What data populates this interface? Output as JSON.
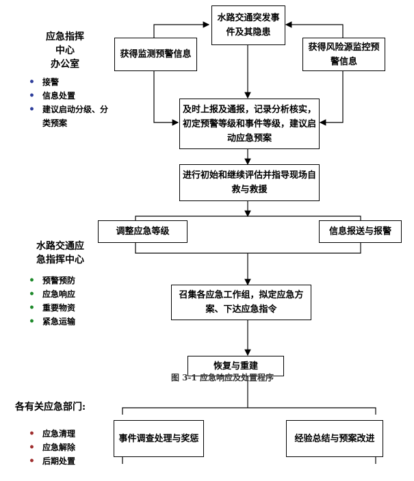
{
  "boxes": {
    "top": "水路交通突发事件及其隐患",
    "monitor_left": "获得监测预警信息",
    "monitor_right": "获得风险源监控预警信息",
    "report": "及时上报及通报，记录分析核实，初定预警等级和事件等级，建议启动应急预案",
    "assess": "进行初始和继续评估并指导现场自救与救援",
    "adjust": "调整应急等级",
    "info_report": "信息报送与报警",
    "convene": "召集各应急工作组，拟定应急方案、下达应急指令",
    "recover": "恢复与重建",
    "investigate": "事件调查处理与奖惩",
    "summary": "经验总结与预案改进"
  },
  "caption": "图 3-1 应急响应及处置程序",
  "sidebar": {
    "group1": {
      "title": [
        "应急指挥",
        "中心",
        "办公室"
      ],
      "items": [
        "接警",
        "信息处置",
        "建议启动分级、分类预案"
      ]
    },
    "group2": {
      "title": [
        "水路交通应",
        "急指挥中心"
      ],
      "items": [
        "预警预防",
        "应急响应",
        "重要物资",
        "紧急运输"
      ]
    },
    "group3": {
      "title": [
        "各有关应急部门:"
      ],
      "items": [
        "应急清理",
        "应急解除",
        "后期处置"
      ]
    }
  },
  "colors": {
    "bullet_blue": "#2f3f9c",
    "bullet_green": "#1f8a2c",
    "bullet_red": "#a03030"
  }
}
